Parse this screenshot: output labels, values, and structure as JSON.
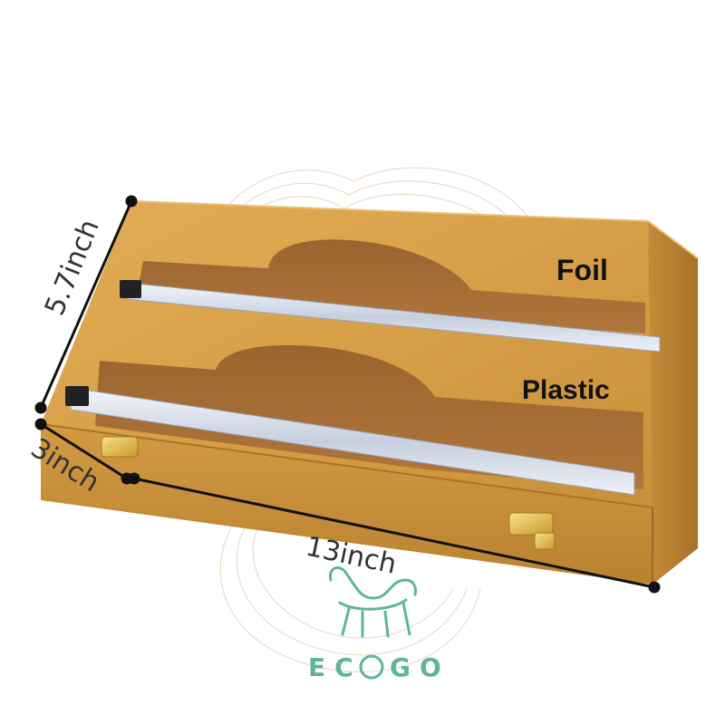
{
  "product": {
    "label_top": "Foil",
    "label_bottom": "Plastic"
  },
  "dimensions": {
    "height": "5.7inch",
    "depth": "3inch",
    "width": "13inch"
  },
  "logo": {
    "text_left": "EC",
    "text_right": "GO",
    "icon": "camel-icon"
  },
  "colors": {
    "bamboo": "#d9a24a",
    "bamboo_dark": "#b97e2e",
    "slot": "#a36a32",
    "logo": "#5fb59a"
  }
}
